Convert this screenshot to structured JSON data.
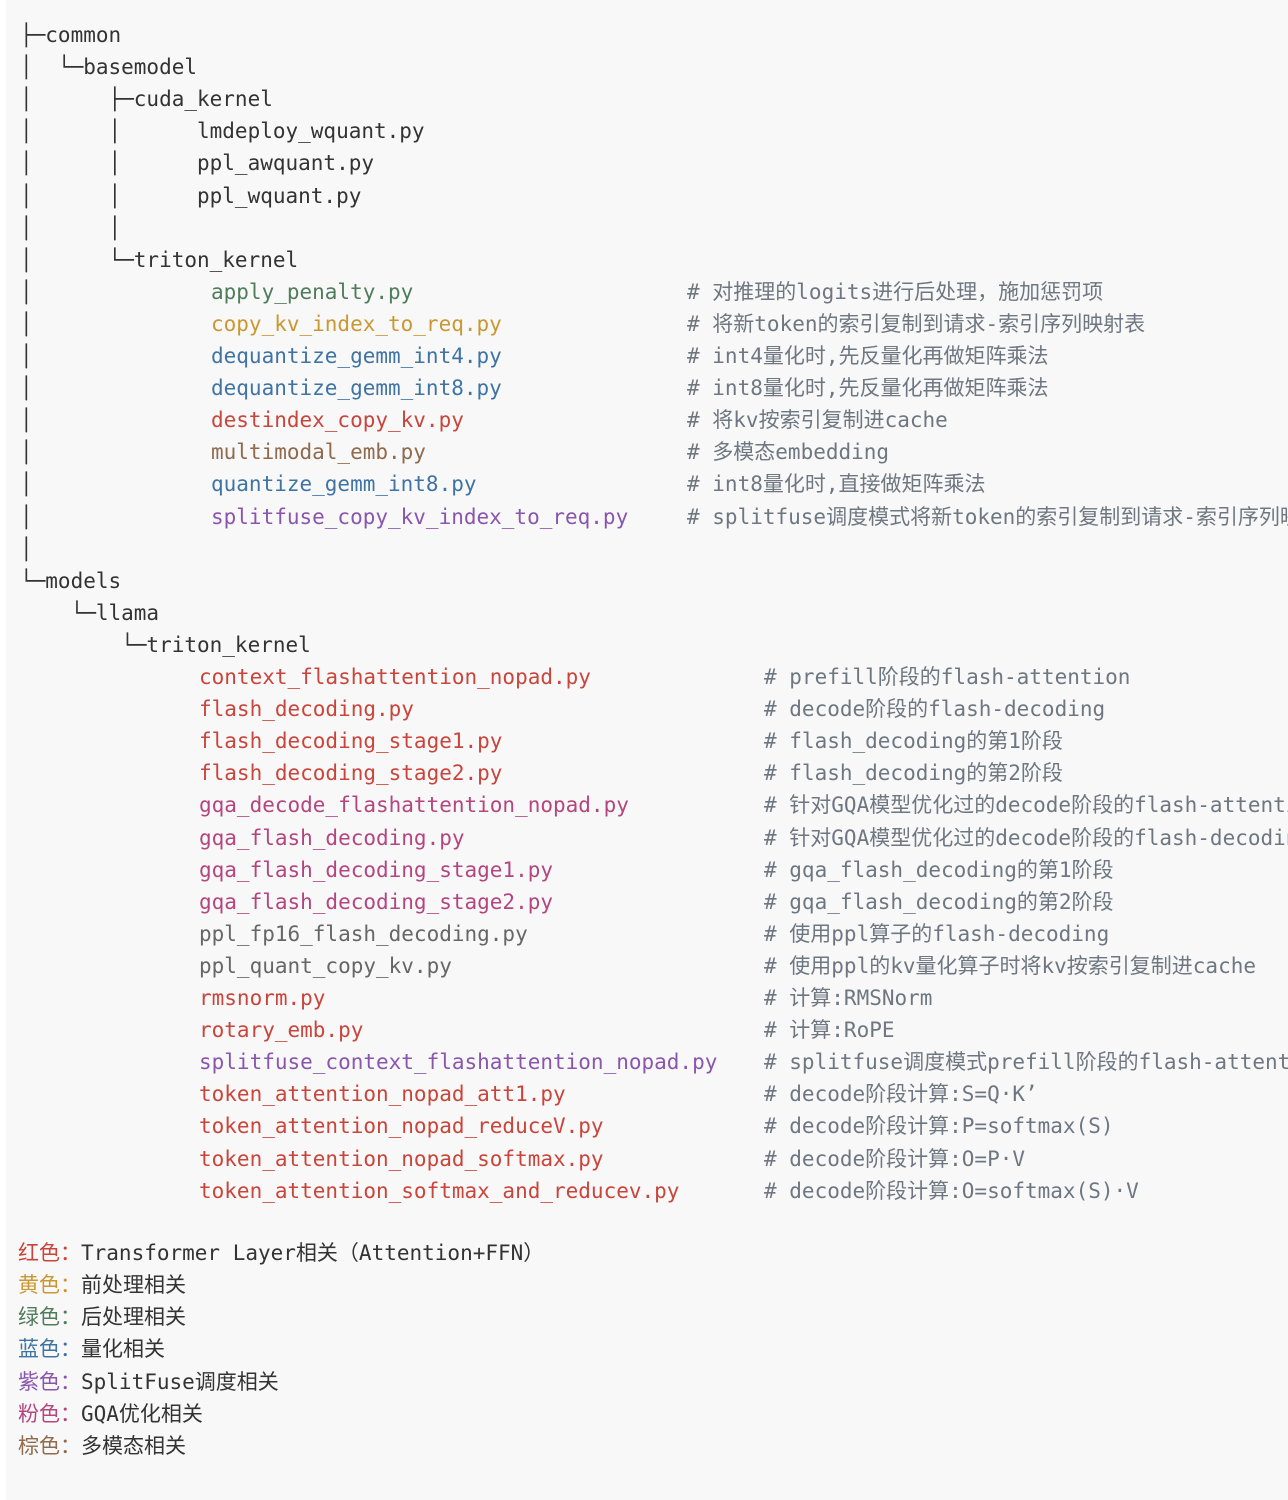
{
  "colors": {
    "red": "#c9453b",
    "yellow": "#c99832",
    "green": "#4f7d5a",
    "blue": "#3f73a4",
    "purple": "#8a56ad",
    "pink": "#b4467f",
    "brown": "#8f6a4c",
    "gray": "#666666",
    "text": "#333333",
    "comment": "#6e7781",
    "background": "#f8f8f8"
  },
  "tree_lines": [
    {
      "text": "├─common",
      "color": "text"
    },
    {
      "text": "│  └─basemodel",
      "color": "text"
    },
    {
      "text": "│      ├─cuda_kernel",
      "color": "text"
    },
    {
      "text": "│      │      lmdeploy_wquant.py",
      "color": "text"
    },
    {
      "text": "│      │      ppl_awquant.py",
      "color": "text"
    },
    {
      "text": "│      │      ppl_wquant.py",
      "color": "text"
    },
    {
      "text": "│      │",
      "color": "text"
    },
    {
      "text": "│      └─triton_kernel",
      "color": "text"
    }
  ],
  "common_triton_files": [
    {
      "name": "apply_penalty.py",
      "color": "green",
      "comment": "# 对推理的logits进行后处理，施加惩罚项"
    },
    {
      "name": "copy_kv_index_to_req.py",
      "color": "yellow",
      "comment": "# 将新token的索引复制到请求-索引序列映射表"
    },
    {
      "name": "dequantize_gemm_int4.py",
      "color": "blue",
      "comment": "# int4量化时,先反量化再做矩阵乘法"
    },
    {
      "name": "dequantize_gemm_int8.py",
      "color": "blue",
      "comment": "# int8量化时,先反量化再做矩阵乘法"
    },
    {
      "name": "destindex_copy_kv.py",
      "color": "red",
      "comment": "# 将kv按索引复制进cache"
    },
    {
      "name": "multimodal_emb.py",
      "color": "brown",
      "comment": "# 多模态embedding"
    },
    {
      "name": "quantize_gemm_int8.py",
      "color": "blue",
      "comment": "# int8量化时,直接做矩阵乘法"
    },
    {
      "name": "splitfuse_copy_kv_index_to_req.py",
      "color": "purple",
      "comment": "# splitfuse调度模式将新token的索引复制到请求-索引序列映射表"
    }
  ],
  "models_lines": [
    {
      "text": "│",
      "color": "text"
    },
    {
      "text": "└─models",
      "color": "text"
    },
    {
      "text": "    └─llama",
      "color": "text"
    },
    {
      "text": "        └─triton_kernel",
      "color": "text"
    }
  ],
  "llama_triton_files": [
    {
      "name": "context_flashattention_nopad.py",
      "color": "red",
      "comment": "# prefill阶段的flash-attention"
    },
    {
      "name": "flash_decoding.py",
      "color": "red",
      "comment": "# decode阶段的flash-decoding"
    },
    {
      "name": "flash_decoding_stage1.py",
      "color": "red",
      "comment": "# flash_decoding的第1阶段"
    },
    {
      "name": "flash_decoding_stage2.py",
      "color": "red",
      "comment": "# flash_decoding的第2阶段"
    },
    {
      "name": "gqa_decode_flashattention_nopad.py",
      "color": "pink",
      "comment": "# 针对GQA模型优化过的decode阶段的flash-attention"
    },
    {
      "name": "gqa_flash_decoding.py",
      "color": "pink",
      "comment": "# 针对GQA模型优化过的decode阶段的flash-decoding"
    },
    {
      "name": "gqa_flash_decoding_stage1.py",
      "color": "pink",
      "comment": "# gqa_flash_decoding的第1阶段"
    },
    {
      "name": "gqa_flash_decoding_stage2.py",
      "color": "pink",
      "comment": "# gqa_flash_decoding的第2阶段"
    },
    {
      "name": "ppl_fp16_flash_decoding.py",
      "color": "gray",
      "comment": "# 使用ppl算子的flash-decoding"
    },
    {
      "name": "ppl_quant_copy_kv.py",
      "color": "gray",
      "comment": "# 使用ppl的kv量化算子时将kv按索引复制进cache"
    },
    {
      "name": "rmsnorm.py",
      "color": "red",
      "comment": "# 计算:RMSNorm"
    },
    {
      "name": "rotary_emb.py",
      "color": "red",
      "comment": "# 计算:RoPE"
    },
    {
      "name": "splitfuse_context_flashattention_nopad.py",
      "color": "purple",
      "comment": "# splitfuse调度模式prefill阶段的flash-attention"
    },
    {
      "name": "token_attention_nopad_att1.py",
      "color": "red",
      "comment": "# decode阶段计算:S=Q·K’"
    },
    {
      "name": "token_attention_nopad_reduceV.py",
      "color": "red",
      "comment": "# decode阶段计算:P=softmax(S)"
    },
    {
      "name": "token_attention_nopad_softmax.py",
      "color": "red",
      "comment": "# decode阶段计算:O=P·V"
    },
    {
      "name": "token_attention_softmax_and_reducev.py",
      "color": "red",
      "comment": "# decode阶段计算:O=softmax(S)·V"
    }
  ],
  "legend": [
    {
      "label": "红色",
      "color": "red",
      "desc": "Transformer Layer相关（Attention+FFN）"
    },
    {
      "label": "黄色",
      "color": "yellow",
      "desc": "前处理相关"
    },
    {
      "label": "绿色",
      "color": "green",
      "desc": "后处理相关"
    },
    {
      "label": "蓝色",
      "color": "blue",
      "desc": "量化相关"
    },
    {
      "label": "紫色",
      "color": "purple",
      "desc": "SplitFuse调度相关"
    },
    {
      "label": "粉色",
      "color": "pink",
      "desc": "GQA优化相关"
    },
    {
      "label": "棕色",
      "color": "brown",
      "desc": "多模态相关"
    }
  ],
  "legend_separator": "："
}
